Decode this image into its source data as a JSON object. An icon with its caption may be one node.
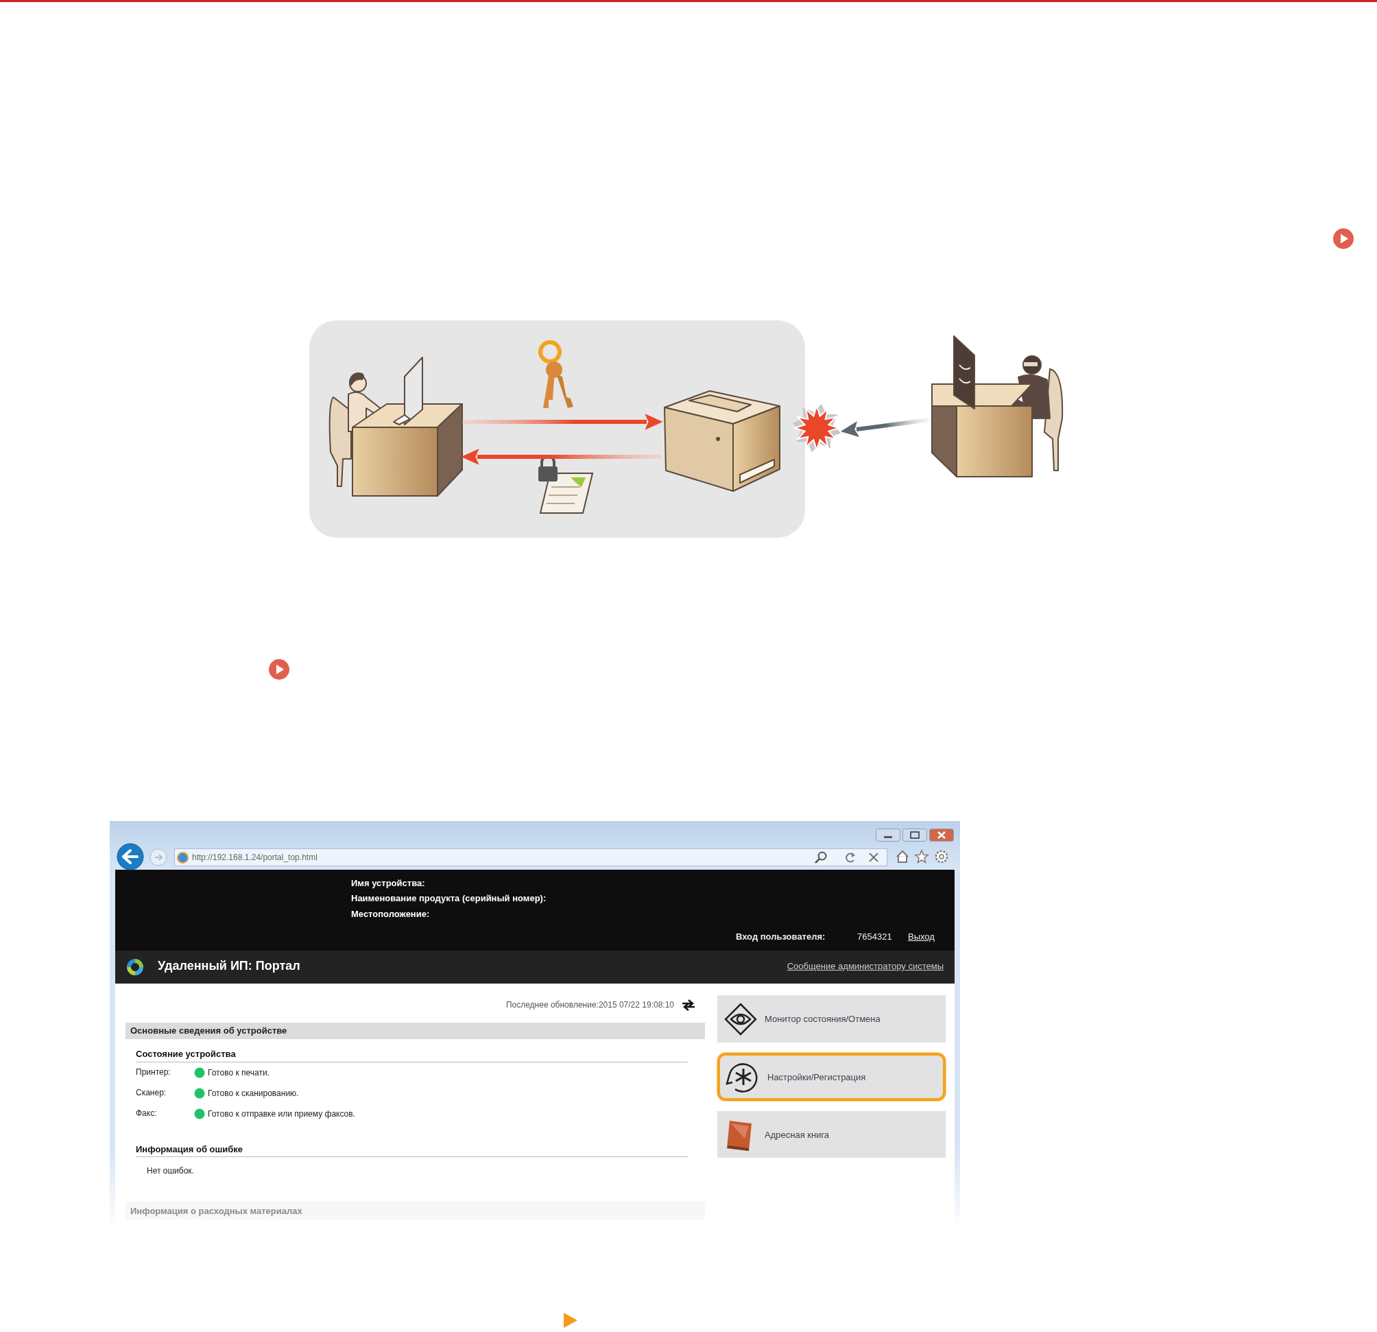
{
  "diagram": {
    "nodes": [
      {
        "text": [],
        "shape": "picture"
      },
      {
        "text": [],
        "shape": "picture"
      },
      {
        "text": [],
        "shape": "picture"
      }
    ],
    "edges": [
      {
        "from": 0,
        "to": 1,
        "arrow": "to"
      },
      {
        "from": 1,
        "to": 0,
        "arrow": "to"
      },
      {
        "from": 2,
        "to": 1,
        "arrow": "to",
        "color": "#5d6870"
      }
    ],
    "labels": [
      "http://192.168.1.24/portal_top.html",
      "Имя устройства:",
      "Наименование продукта (серийный номер):",
      "Местоположение:",
      "Вход пользователя:",
      "7654321",
      "Выход",
      "Удаленный ИП: Портал",
      "Сообщение администратору системы",
      "Последнее обновление:2015 07/22 19:08:10",
      "Основные сведения об устройстве",
      "Монитор состояния/Отмена",
      "Состояние устройства",
      "Принтер:",
      "Готово к печати.",
      "Настройки/Регистрация",
      "Сканер:",
      "Готово к сканированию.",
      "Факс:",
      "Готово к отправке или приему факсов.",
      "Адресная книга",
      "Информация об ошибке",
      "Нет ошибок.",
      "Информация о расходных материалах"
    ]
  }
}
